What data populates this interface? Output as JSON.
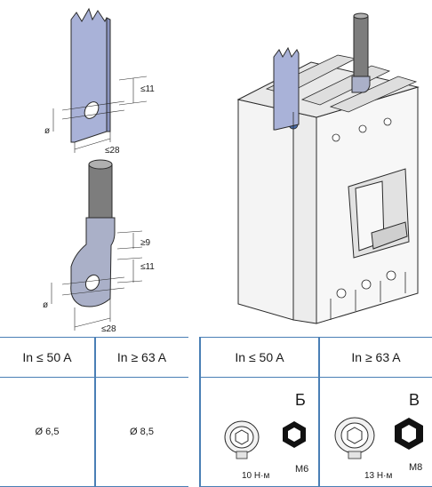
{
  "dimensions": {
    "top_bar": {
      "hole": "ø",
      "height_label": "≤11",
      "width_label": "≤28"
    },
    "lug": {
      "hole": "ø",
      "barrel_label": "≥9",
      "height_label": "≤11",
      "width_label": "≤28"
    }
  },
  "table_left": {
    "headers": [
      "In  ≤ 50 A",
      "In  ≥ 63 A"
    ],
    "values": [
      "Ø 6,5",
      "Ø 8,5"
    ]
  },
  "table_right": {
    "headers": [
      "In  ≤ 50 A",
      "In  ≥ 63 A"
    ],
    "cells": [
      {
        "letter": "Б",
        "torque": "10 Н·м",
        "size": "M6"
      },
      {
        "letter": "В",
        "torque": "13 Н·м",
        "size": "M8"
      }
    ]
  },
  "colors": {
    "accent": "#4a7fb5",
    "busbar": "#a9b2d8",
    "lug": "#aab0c8",
    "cable": "#7d7d7d"
  }
}
